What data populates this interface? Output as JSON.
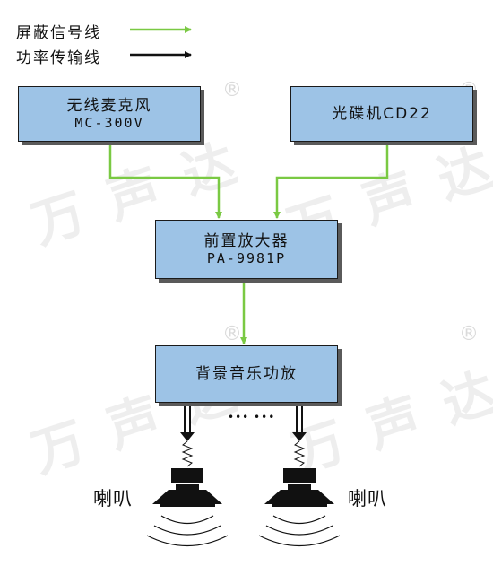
{
  "legend": {
    "shield_label": "屏蔽信号线",
    "power_label": "功率传输线",
    "shield_color": "#7ac943",
    "power_color": "#111111"
  },
  "boxes": {
    "mic_line1": "无线麦克风",
    "mic_line2": "MC-300V",
    "cd_line1": "光碟机CD22",
    "pre_line1": "前置放大器",
    "pre_line2": "PA-9981P",
    "amp_line1": "背景音乐功放"
  },
  "speakers": {
    "left_label": "喇叭",
    "right_label": "喇叭",
    "dots": "••• •••"
  },
  "watermark": {
    "text": "万声达",
    "reg": "®"
  },
  "colors": {
    "box_fill": "#9dc3e6",
    "green": "#7ac943"
  }
}
